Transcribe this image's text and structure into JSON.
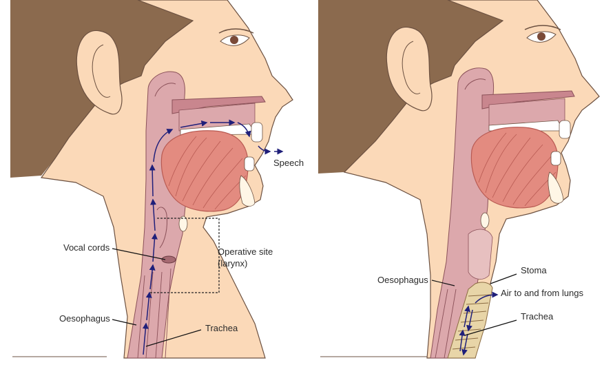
{
  "left_panel": {
    "labels": {
      "speech": "Speech",
      "vocal_cords": "Vocal cords",
      "operative_site_line1": "Operative site",
      "operative_site_line2": "(larynx)",
      "oesophagus": "Oesophagus",
      "trachea": "Trachea"
    }
  },
  "right_panel": {
    "labels": {
      "stoma": "Stoma",
      "oesophagus": "Oesophagus",
      "air": "Air to and from lungs",
      "trachea": "Trachea"
    }
  },
  "colors": {
    "hair": "#8b6a4e",
    "skin": "#fbd9b8",
    "skin_outline": "#6b5040",
    "tissue": "#dca8ac",
    "tissue_dark": "#c9868e",
    "tongue": "#e38b80",
    "tongue_lines": "#b85a52",
    "tooth": "#ffffff",
    "cartilage": "#e8d5a8",
    "arrow": "#1f1f7a",
    "eye": "#7a4a38"
  }
}
